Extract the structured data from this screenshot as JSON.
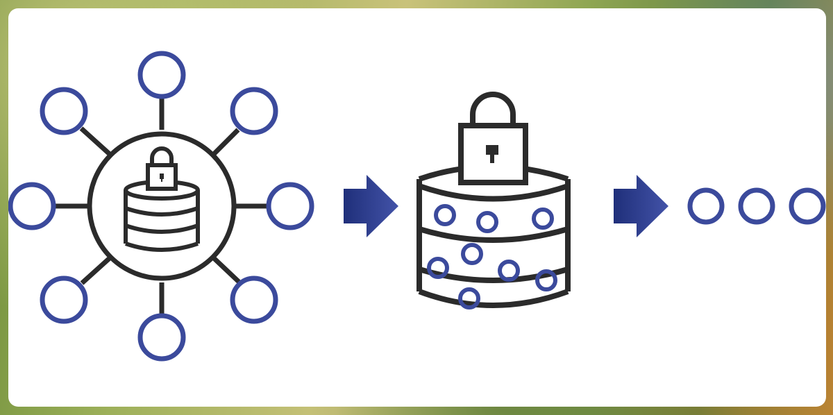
{
  "diagram": {
    "stroke_color": "#2b2b2b",
    "accent_color": "#3b4a9c",
    "arrow_gradient": [
      "#1f2f7a",
      "#4353a8"
    ],
    "stages": [
      {
        "name": "secure-data-hub",
        "icon": "network-hub-database-lock-icon"
      },
      {
        "name": "encrypted-database",
        "icon": "database-with-lock-icon"
      },
      {
        "name": "continuation",
        "icon": "ellipsis-dots-icon"
      }
    ]
  }
}
